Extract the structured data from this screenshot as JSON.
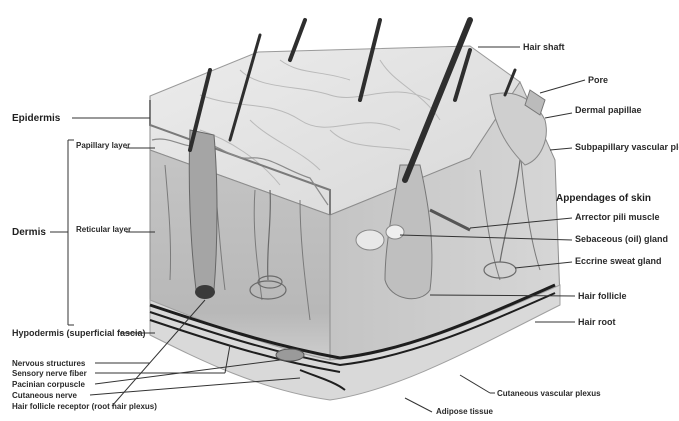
{
  "labels": {
    "hair_shaft": "Hair shaft",
    "pore": "Pore",
    "dermal_papillae": "Dermal papillae",
    "subpapillary_plexus": "Subpapillary vascular plexus",
    "appendages": "Appendages of skin",
    "arrector_pili": "Arrector pili muscle",
    "sebaceous_gland": "Sebaceous (oil) gland",
    "sweat_gland": "Eccrine sweat gland",
    "hair_follicle": "Hair follicle",
    "hair_root": "Hair root",
    "cutaneous_plexus": "Cutaneous vascular plexus",
    "adipose_tissue": "Adipose tissue",
    "epidermis": "Epidermis",
    "papillary_layer": "Papillary layer",
    "dermis": "Dermis",
    "reticular_layer": "Reticular layer",
    "hypodermis": "Hypodermis (superficial fascia)",
    "nervous_structures": "Nervous structures",
    "sensory_nerve": "Sensory nerve fiber",
    "pacinian": "Pacinian corpuscle",
    "cutaneous_nerve": "Cutaneous nerve",
    "hair_follicle_receptor": "Hair follicle receptor (root hair plexus)"
  },
  "colors": {
    "surface": "#e4e4e4",
    "dermis_face": "#bdbdbd",
    "hypodermis_face": "#d2d2d2",
    "hair": "#2e2e2e",
    "vessel": "#1e1e1e"
  }
}
